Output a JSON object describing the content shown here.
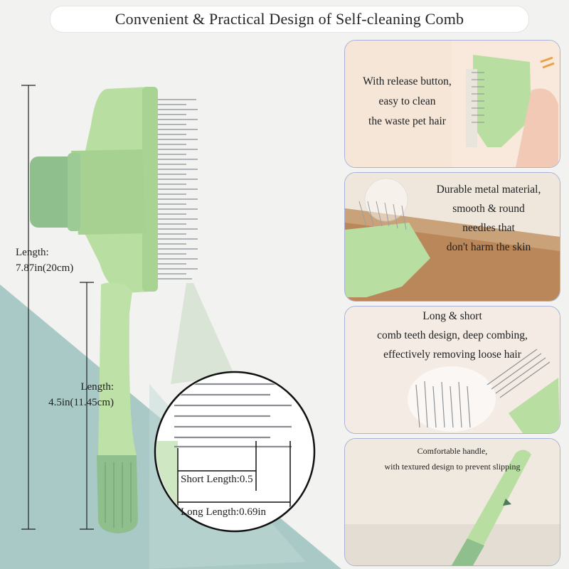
{
  "title": "Convenient & Practical Design of Self-cleaning  Comb",
  "dimensions": {
    "total_length_label": "Length:",
    "total_length_value": "7.87in(20cm)",
    "handle_length_label": "Length:",
    "handle_length_value": "4.5in(11.45cm)"
  },
  "callout": {
    "short_length": "Short Length:0.5",
    "long_length": "Long Length:0.69in"
  },
  "panels": [
    {
      "lines": [
        "With release button,",
        "easy to clean",
        "the waste pet hair"
      ]
    },
    {
      "lines": [
        "Durable metal material,",
        "smooth & round",
        "needles that",
        "don't harm the skin"
      ]
    },
    {
      "lines": [
        "Long & short",
        "comb teeth design, deep combing,",
        "effectively removing loose hair"
      ]
    },
    {
      "lines": [
        "Comfortable handle,",
        "with textured design to prevent slipping"
      ]
    }
  ],
  "colors": {
    "comb_green": "#b9dea2",
    "comb_dark_green": "#8fbf8c",
    "teal_background": "#a9c9c6",
    "panel_border": "#a9b2d6"
  }
}
